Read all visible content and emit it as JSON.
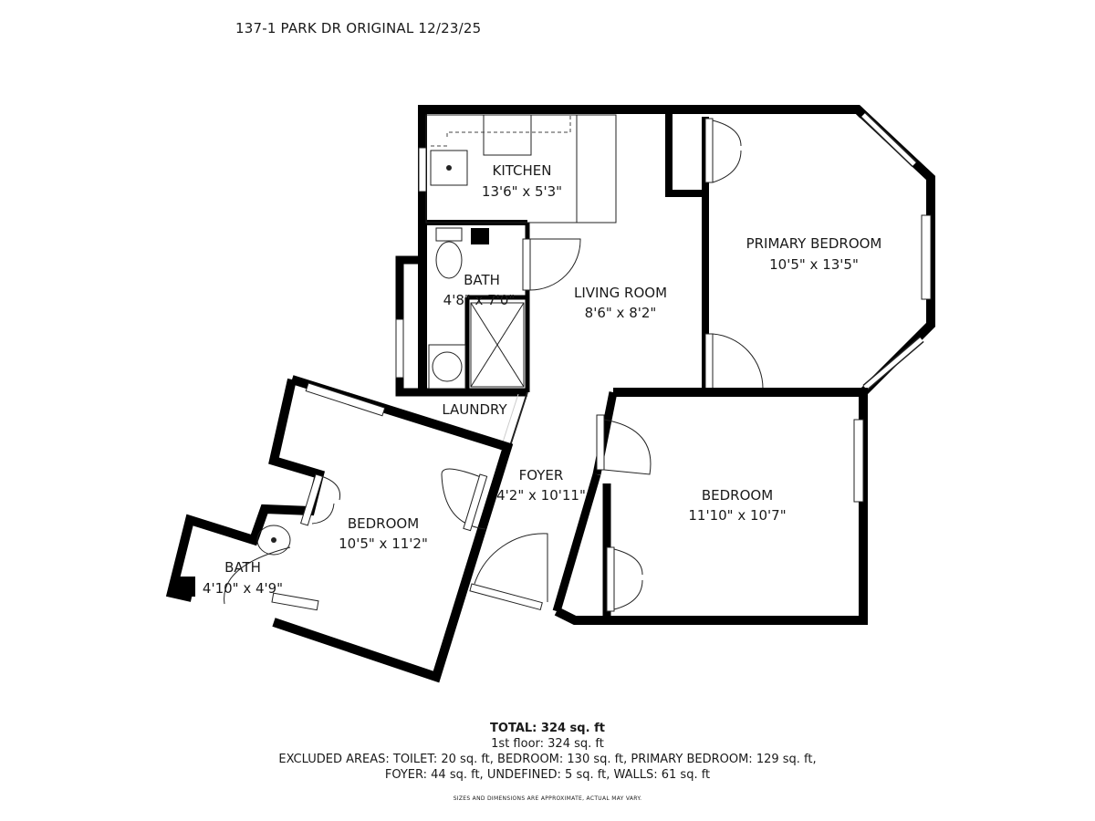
{
  "header": {
    "title": "137-1 PARK DR ORIGINAL 12/23/25"
  },
  "rooms": [
    {
      "name": "KITCHEN",
      "dims": "13'6\" x 5'3\""
    },
    {
      "name": "PRIMARY BEDROOM",
      "dims": "10'5\" x 13'5\""
    },
    {
      "name": "BATH",
      "dims": "4'8\" x 7'0\""
    },
    {
      "name": "LIVING ROOM",
      "dims": "8'6\" x 8'2\""
    },
    {
      "name": "LAUNDRY",
      "dims": ""
    },
    {
      "name": "FOYER",
      "dims": "4'2\" x 10'11\""
    },
    {
      "name": "BEDROOM",
      "dims": "11'10\" x 10'7\""
    },
    {
      "name": "BEDROOM",
      "dims": "10'5\" x 11'2\""
    },
    {
      "name": "BATH",
      "dims": "4'10\" x 4'9\""
    }
  ],
  "footer": {
    "total": "TOTAL: 324 sq. ft",
    "floor": "1st floor: 324 sq. ft",
    "excluded_line1": "EXCLUDED AREAS: TOILET: 20 sq. ft, BEDROOM: 130 sq. ft, PRIMARY BEDROOM: 129 sq. ft,",
    "excluded_line2": "FOYER: 44 sq. ft, UNDEFINED: 5 sq. ft, WALLS: 61 sq. ft",
    "disclaimer": "SIZES AND DIMENSIONS ARE APPROXIMATE, ACTUAL MAY VARY."
  }
}
